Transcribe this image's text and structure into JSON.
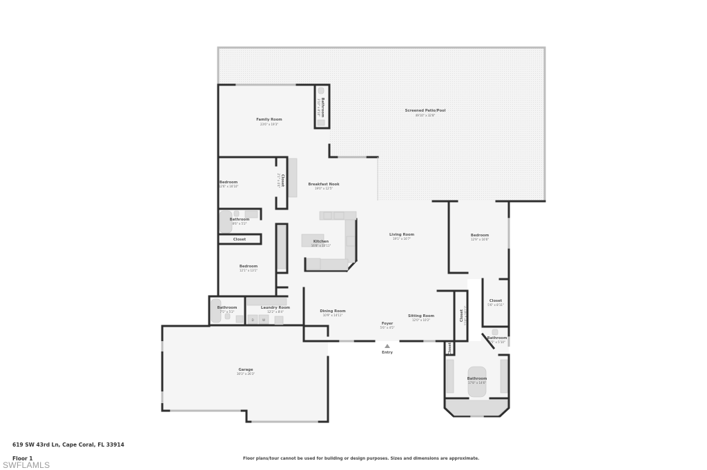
{
  "footer": {
    "address": "619 SW 43rd Ln, Cape Coral, FL 33914",
    "floor_label": "Floor 1",
    "watermark": "SWFLAMLS",
    "disclaimer": "Floor plans/tour cannot be used for building or design purposes. Sizes and dimensions are approximate."
  },
  "rooms": {
    "screened_patio": {
      "name": "Screened Patio/Pool",
      "dim": "49'10\" x 32'8\""
    },
    "family_room": {
      "name": "Family Room",
      "dim": "23'6\" x 19'3\""
    },
    "bathroom_family": {
      "name": "Bathroom",
      "dim": "3'10\" x 8'10\""
    },
    "bedroom_nw": {
      "name": "Bedroom",
      "dim": "12'6\" x 16'10\""
    },
    "closet_nw": {
      "name": "Closet",
      "dim": "2'1\" x 4'4\""
    },
    "breakfast_nook": {
      "name": "Breakfast Nook",
      "dim": "19'0\" x 12'5\""
    },
    "bathroom_hall": {
      "name": "Bathroom",
      "dim": "8'6\" x 5'2\""
    },
    "closet_hall": {
      "name": "Closet",
      "dim": ""
    },
    "kitchen": {
      "name": "Kitchen",
      "dim": "16'8\" x 10'11\""
    },
    "living_room": {
      "name": "Living Room",
      "dim": "19'1\" x 16'7\""
    },
    "bedroom_master": {
      "name": "Bedroom",
      "dim": "12'9\" x 16'6\""
    },
    "bedroom_sw": {
      "name": "Bedroom",
      "dim": "12'1\" x 13'1\""
    },
    "bathroom_sw": {
      "name": "Bathroom",
      "dim": "7'5\" x 5'2\""
    },
    "laundry": {
      "name": "Laundry Room",
      "dim": "12'2\" x 8'4\""
    },
    "dining_room": {
      "name": "Dining Room",
      "dim": "10'9\" x 14'11\""
    },
    "foyer": {
      "name": "Foyer",
      "dim": "5'6\" x 4'5\""
    },
    "sitting_room": {
      "name": "Sitting Room",
      "dim": "12'0\" x 10'2\""
    },
    "closet_sitting": {
      "name": "Closet",
      "dim": "1'10\" x 10'11\""
    },
    "closet_master": {
      "name": "Closet",
      "dim": "5'6\" x 8'11\""
    },
    "bathroom_master_wc": {
      "name": "Bathroom",
      "dim": "5'5\" x 5'10\""
    },
    "closet_small": {
      "name": "Closet",
      "dim": ""
    },
    "bathroom_master": {
      "name": "Bathroom",
      "dim": "17'8\" x 14'6\""
    },
    "garage": {
      "name": "Garage",
      "dim": "30'3\" x 26'3\""
    },
    "entry": {
      "name": "Entry"
    },
    "laundry_appliances": {
      "dryer": "D",
      "washer": "W"
    }
  }
}
